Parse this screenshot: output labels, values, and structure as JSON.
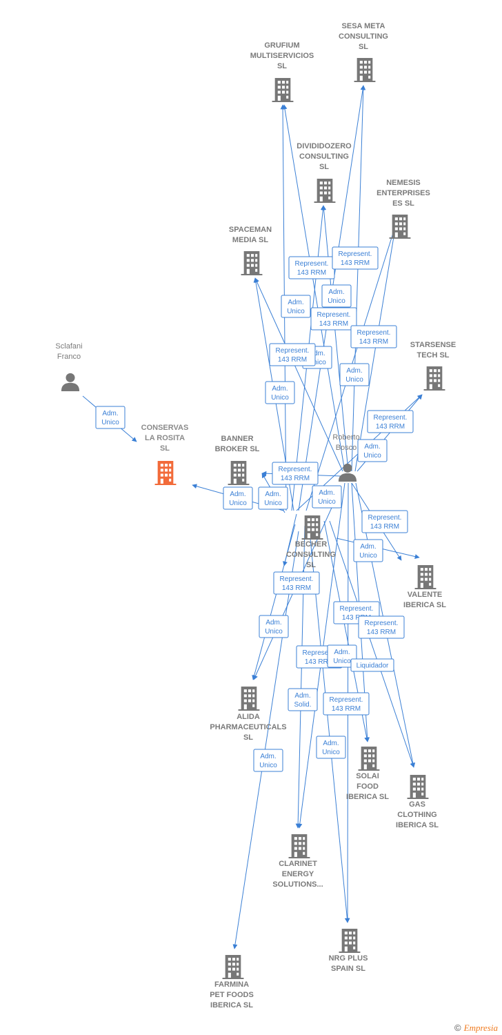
{
  "colors": {
    "edge": "#3a7fd5",
    "company": "#777777",
    "focus": "#f26b3a",
    "person": "#777777"
  },
  "nodes": [
    {
      "id": "conservas",
      "kind": "company",
      "focus": true,
      "label": [
        "CONSERVAS",
        "LA ROSITA",
        "SL"
      ]
    },
    {
      "id": "sclafani",
      "kind": "person",
      "label": [
        "Sclafani",
        "Franco"
      ]
    },
    {
      "id": "roberto",
      "kind": "person",
      "label": [
        "Roberto",
        "Bosco"
      ]
    },
    {
      "id": "grufium",
      "kind": "company",
      "label": [
        "GRUFIUM",
        "MULTISERVICIOS",
        "SL"
      ]
    },
    {
      "id": "sesa",
      "kind": "company",
      "label": [
        "SESA META",
        "CONSULTING",
        "SL"
      ]
    },
    {
      "id": "divididozero",
      "kind": "company",
      "label": [
        "DIVIDIDOZERO",
        "CONSULTING",
        "SL"
      ]
    },
    {
      "id": "nemesis",
      "kind": "company",
      "label": [
        "NEMESIS",
        "ENTERPRISES",
        "ES SL"
      ]
    },
    {
      "id": "spaceman",
      "kind": "company",
      "label": [
        "SPACEMAN",
        "MEDIA SL"
      ]
    },
    {
      "id": "starsense",
      "kind": "company",
      "label": [
        "STARSENSE",
        "TECH SL"
      ]
    },
    {
      "id": "banner",
      "kind": "company",
      "label": [
        "BANNER",
        "BROKER SL"
      ]
    },
    {
      "id": "becher",
      "kind": "company",
      "label": [
        "BECHER",
        "CONSULTING",
        "SL"
      ]
    },
    {
      "id": "valente",
      "kind": "company",
      "label": [
        "VALENTE",
        "IBERICA SL"
      ]
    },
    {
      "id": "alida",
      "kind": "company",
      "label": [
        "ALIDA",
        "PHARMACEUTICALS",
        "SL"
      ]
    },
    {
      "id": "solai",
      "kind": "company",
      "label": [
        "SOLAI",
        "FOOD",
        "IBERICA SL"
      ]
    },
    {
      "id": "gas",
      "kind": "company",
      "label": [
        "GAS",
        "CLOTHING",
        "IBERICA SL"
      ]
    },
    {
      "id": "clarinet",
      "kind": "company",
      "label": [
        "CLARINET",
        "ENERGY",
        "SOLUTIONS..."
      ]
    },
    {
      "id": "nrg",
      "kind": "company",
      "label": [
        "NRG PLUS",
        "SPAIN SL"
      ]
    },
    {
      "id": "farmina",
      "kind": "company",
      "label": [
        "FARMINA",
        "PET FOODS",
        "IBERICA SL"
      ]
    }
  ],
  "edge_labels": [
    {
      "id": "l1",
      "lines": [
        "Adm.",
        "Unico"
      ]
    },
    {
      "id": "l2",
      "lines": [
        "Represent.",
        "143 RRM"
      ]
    },
    {
      "id": "l3",
      "lines": [
        "Represent.",
        "143 RRM"
      ]
    },
    {
      "id": "l4",
      "lines": [
        "Adm.",
        "Unico"
      ]
    },
    {
      "id": "l5",
      "lines": [
        "Adm.",
        "Unico"
      ]
    },
    {
      "id": "l6",
      "lines": [
        "Represent.",
        "143 RRM"
      ]
    },
    {
      "id": "l7",
      "lines": [
        "Represent.",
        "143 RRM"
      ]
    },
    {
      "id": "l8",
      "lines": [
        "Adm.",
        "Unico"
      ]
    },
    {
      "id": "l9",
      "lines": [
        "Represent.",
        "143 RRM"
      ]
    },
    {
      "id": "l10",
      "lines": [
        "Adm.",
        "Unico"
      ]
    },
    {
      "id": "l11",
      "lines": [
        "Adm.",
        "Unico"
      ]
    },
    {
      "id": "l12",
      "lines": [
        "Represent.",
        "143 RRM"
      ]
    },
    {
      "id": "l13",
      "lines": [
        "Adm.",
        "Unico"
      ]
    },
    {
      "id": "l14",
      "lines": [
        "Represent.",
        "143 RRM"
      ]
    },
    {
      "id": "l15",
      "lines": [
        "Adm.",
        "Unico"
      ]
    },
    {
      "id": "l16",
      "lines": [
        "Adm.",
        "Unico"
      ]
    },
    {
      "id": "l17",
      "lines": [
        "Adm.",
        "Unico"
      ]
    },
    {
      "id": "l18",
      "lines": [
        "Represent.",
        "143 RRM"
      ]
    },
    {
      "id": "l19",
      "lines": [
        "Adm.",
        "Unico"
      ]
    },
    {
      "id": "l20",
      "lines": [
        "Represent.",
        "143 RRM"
      ]
    },
    {
      "id": "l21",
      "lines": [
        "Adm.",
        "Unico"
      ]
    },
    {
      "id": "l22",
      "lines": [
        "Represent.",
        "143 RRM"
      ]
    },
    {
      "id": "l23",
      "lines": [
        "Represent.",
        "143 RRM"
      ]
    },
    {
      "id": "l24",
      "lines": [
        "Represent.",
        "143 RRM"
      ]
    },
    {
      "id": "l25",
      "lines": [
        "Adm.",
        "Unico"
      ]
    },
    {
      "id": "l26",
      "lines": [
        "Liquidador"
      ]
    },
    {
      "id": "l27",
      "lines": [
        "Adm.",
        "Solid."
      ]
    },
    {
      "id": "l28",
      "lines": [
        "Represent.",
        "143 RRM"
      ]
    },
    {
      "id": "l29",
      "lines": [
        "Adm.",
        "Unico"
      ]
    },
    {
      "id": "l30",
      "lines": [
        "Adm.",
        "Unico"
      ]
    }
  ],
  "footer": {
    "copyright": "©",
    "brand": "Empresia"
  }
}
